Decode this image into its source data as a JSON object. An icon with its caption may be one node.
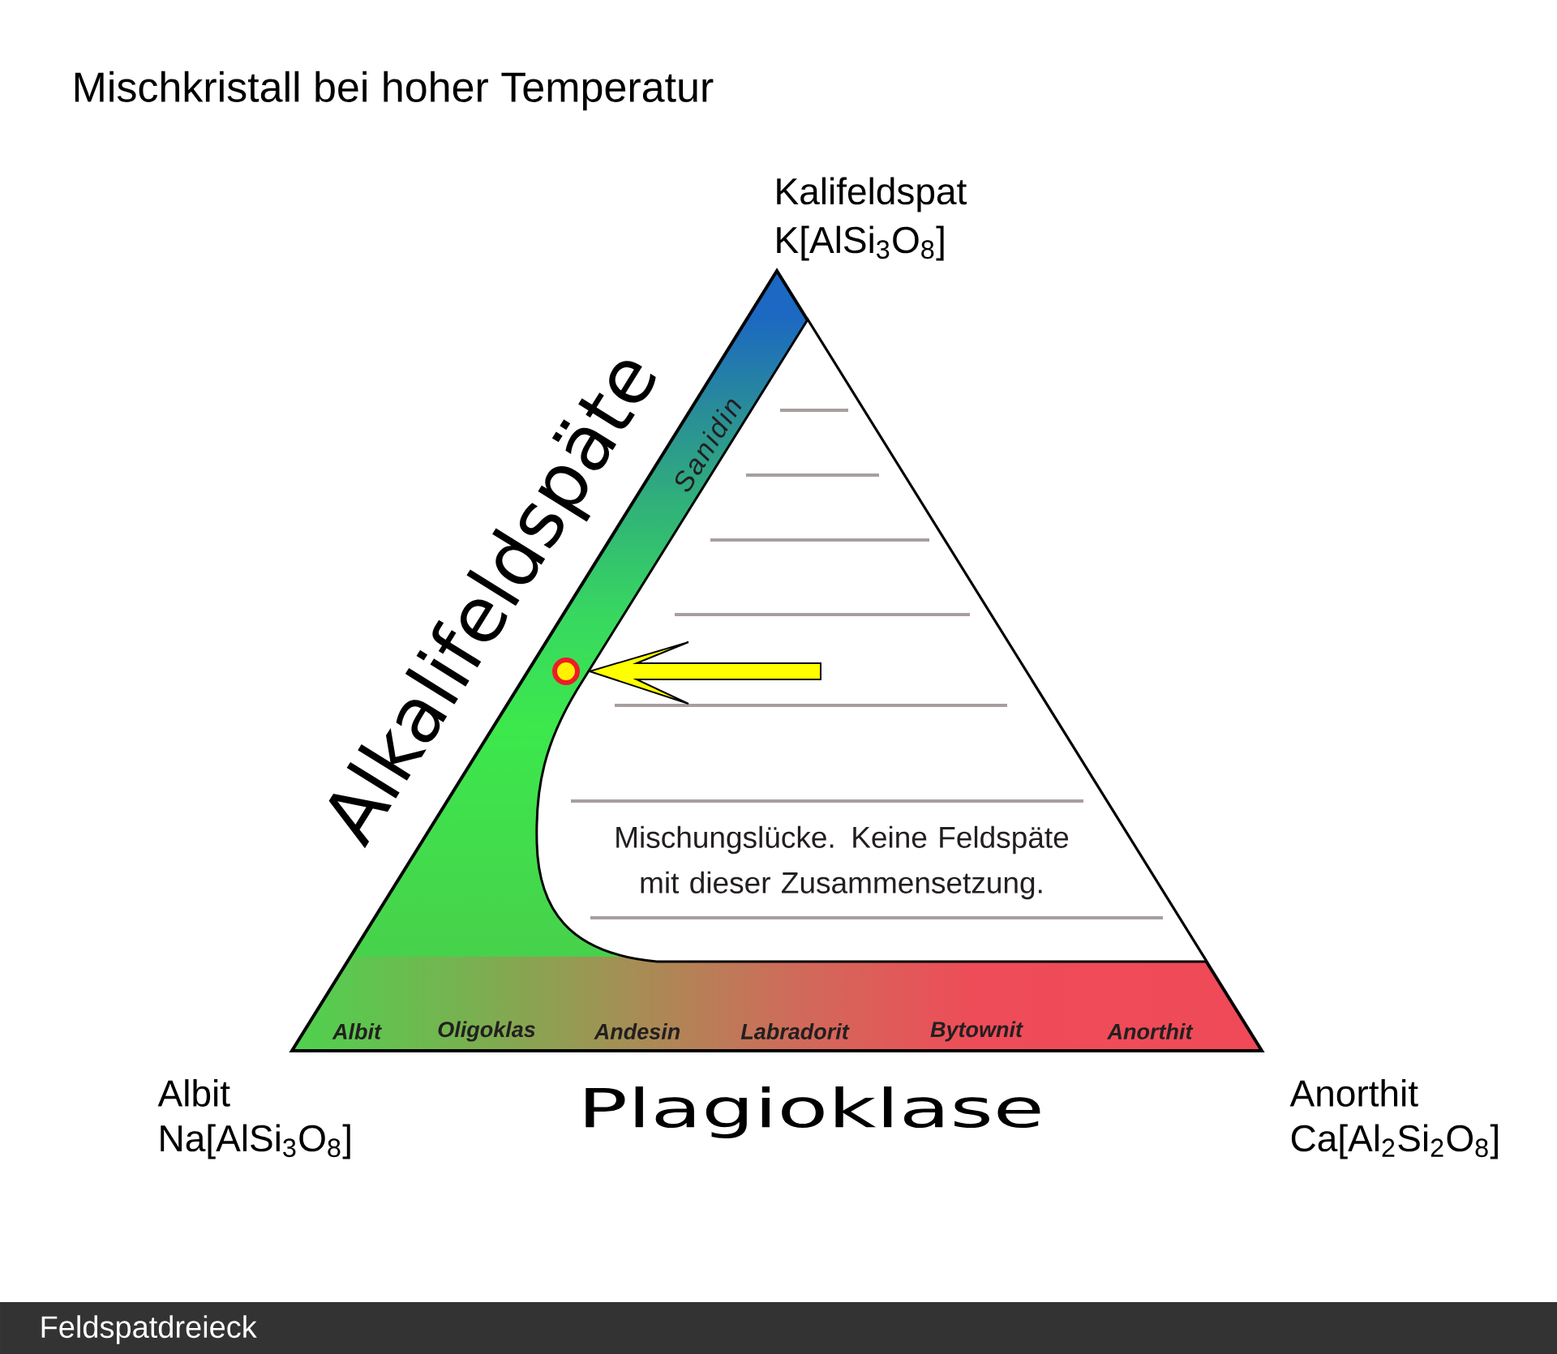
{
  "diagram": {
    "title": "Mischkristall bei hoher Temperatur",
    "caption": "Feldspatdreieck",
    "nodes": [
      {
        "text": [
          "Mischungslücke. Keine Feldspäte mit dieser Zusammensetzung."
        ]
      },
      {
        "text": [],
        "shape": "circle"
      }
    ],
    "edges": [
      {
        "from": null,
        "to": 1,
        "arrow": "to",
        "color": "#ffff00"
      }
    ],
    "labels": [
      "Kalifeldspat",
      "K[AlSi$_{3}$O$_{8}$]",
      "Alkalifeldspäte",
      "Sanidin",
      "Albit",
      "Oligoklas",
      "Andesin",
      "Labradorit",
      "Bytownit",
      "Anorthit",
      "Albit",
      "Na[AlSi$_{3}$O$_{8}$]",
      "Plagioklase",
      "Anorthit",
      "Ca[Al$_{2}$Si$_{2}$O$_{8}$]"
    ]
  }
}
